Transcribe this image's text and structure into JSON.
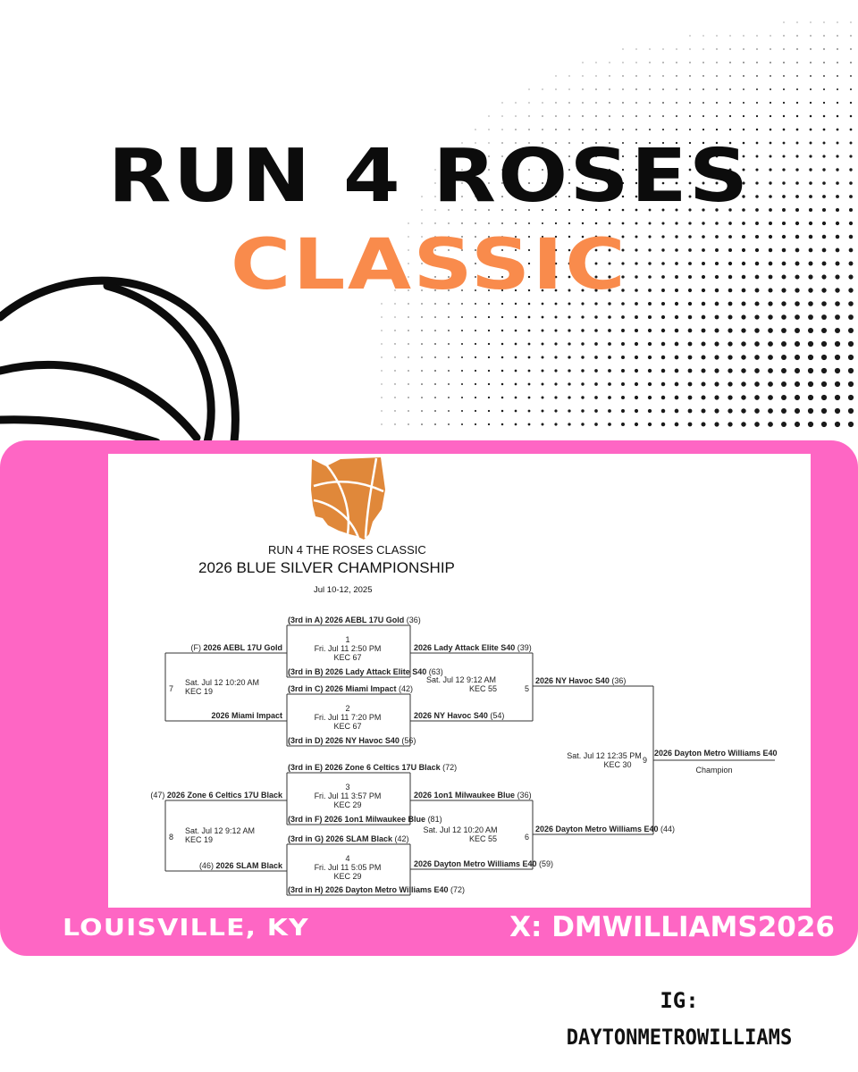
{
  "poster": {
    "title_line1": "RUN 4 ROSES",
    "title_line2": "CLASSIC",
    "location": "LOUISVILLE, KY",
    "x_handle": "X: DMWILLIAMS2026",
    "ig_label": "IG:",
    "ig_handle": "DAYTONMETROWILLIAMS",
    "colors": {
      "accent_orange": "#f98b4c",
      "panel_pink": "#fe66c4",
      "logo_orange": "#e0883a",
      "ink": "#0c0c0c"
    },
    "icons": [
      "basketball-icon",
      "ohio-basketball-logo-icon"
    ]
  },
  "bracket": {
    "event": "RUN 4 THE ROSES CLASSIC",
    "division": "2026 BLUE SILVER CHAMPIONSHIP",
    "dates": "Jul 10-12, 2025",
    "games": [
      {
        "num": "1",
        "time": "Fri. Jul 11 2:50 PM",
        "court": "KEC 67"
      },
      {
        "num": "2",
        "time": "Fri. Jul 11 7:20 PM",
        "court": "KEC 67"
      },
      {
        "num": "3",
        "time": "Fri. Jul 11 3:57 PM",
        "court": "KEC 29"
      },
      {
        "num": "4",
        "time": "Fri. Jul 11 5:05 PM",
        "court": "KEC 29"
      },
      {
        "num": "5",
        "time": "Sat. Jul 12 9:12 AM",
        "court": "KEC 55"
      },
      {
        "num": "6",
        "time": "Sat. Jul 12 10:20 AM",
        "court": "KEC 55"
      },
      {
        "num": "7",
        "time": "Sat. Jul 12 10:20 AM",
        "court": "KEC 19"
      },
      {
        "num": "8",
        "time": "Sat. Jul 12 9:12 AM",
        "court": "KEC 19"
      },
      {
        "num": "9",
        "time": "Sat. Jul 12 12:35 PM",
        "court": "KEC 30"
      }
    ],
    "seeds": [
      {
        "seed": "(3rd in A)",
        "team": "2026 AEBL 17U Gold",
        "score": "(36)"
      },
      {
        "seed": "(3rd in B)",
        "team": "2026 Lady Attack Elite S40",
        "score": "(63)"
      },
      {
        "seed": "(3rd in C)",
        "team": "2026 Miami Impact",
        "score": "(42)"
      },
      {
        "seed": "(3rd in D)",
        "team": "2026 NY Havoc S40",
        "score": "(56)"
      },
      {
        "seed": "(3rd in E)",
        "team": "2026 Zone 6 Celtics 17U Black",
        "score": "(72)"
      },
      {
        "seed": "(3rd in F)",
        "team": "2026 1on1 Milwaukee Blue",
        "score": "(81)"
      },
      {
        "seed": "(3rd in G)",
        "team": "2026 SLAM Black",
        "score": "(42)"
      },
      {
        "seed": "(3rd in H)",
        "team": "2026 Dayton Metro Williams E40",
        "score": "(72)"
      }
    ],
    "round2": [
      {
        "team": "2026 Lady Attack Elite S40",
        "score": "(39)"
      },
      {
        "team": "2026 NY Havoc S40",
        "score": "(54)"
      },
      {
        "team": "2026 1on1 Milwaukee Blue",
        "score": "(36)"
      },
      {
        "team": "2026 Dayton Metro Williams E40",
        "score": "(59)"
      }
    ],
    "semis": [
      {
        "team": "2026 NY Havoc S40",
        "score": "(36)"
      },
      {
        "team": "2026 Dayton Metro Williams E40",
        "score": "(44)"
      }
    ],
    "consolation": [
      {
        "prefix": "(F)",
        "team": "2026 AEBL 17U Gold"
      },
      {
        "prefix": "",
        "team": "2026 Miami Impact"
      },
      {
        "prefix": "(47)",
        "team": "2026 Zone 6 Celtics 17U Black"
      },
      {
        "prefix": "(46)",
        "team": "2026 SLAM Black"
      }
    ],
    "champion_team": "2026 Dayton Metro Williams E40",
    "champion_label": "Champion"
  }
}
